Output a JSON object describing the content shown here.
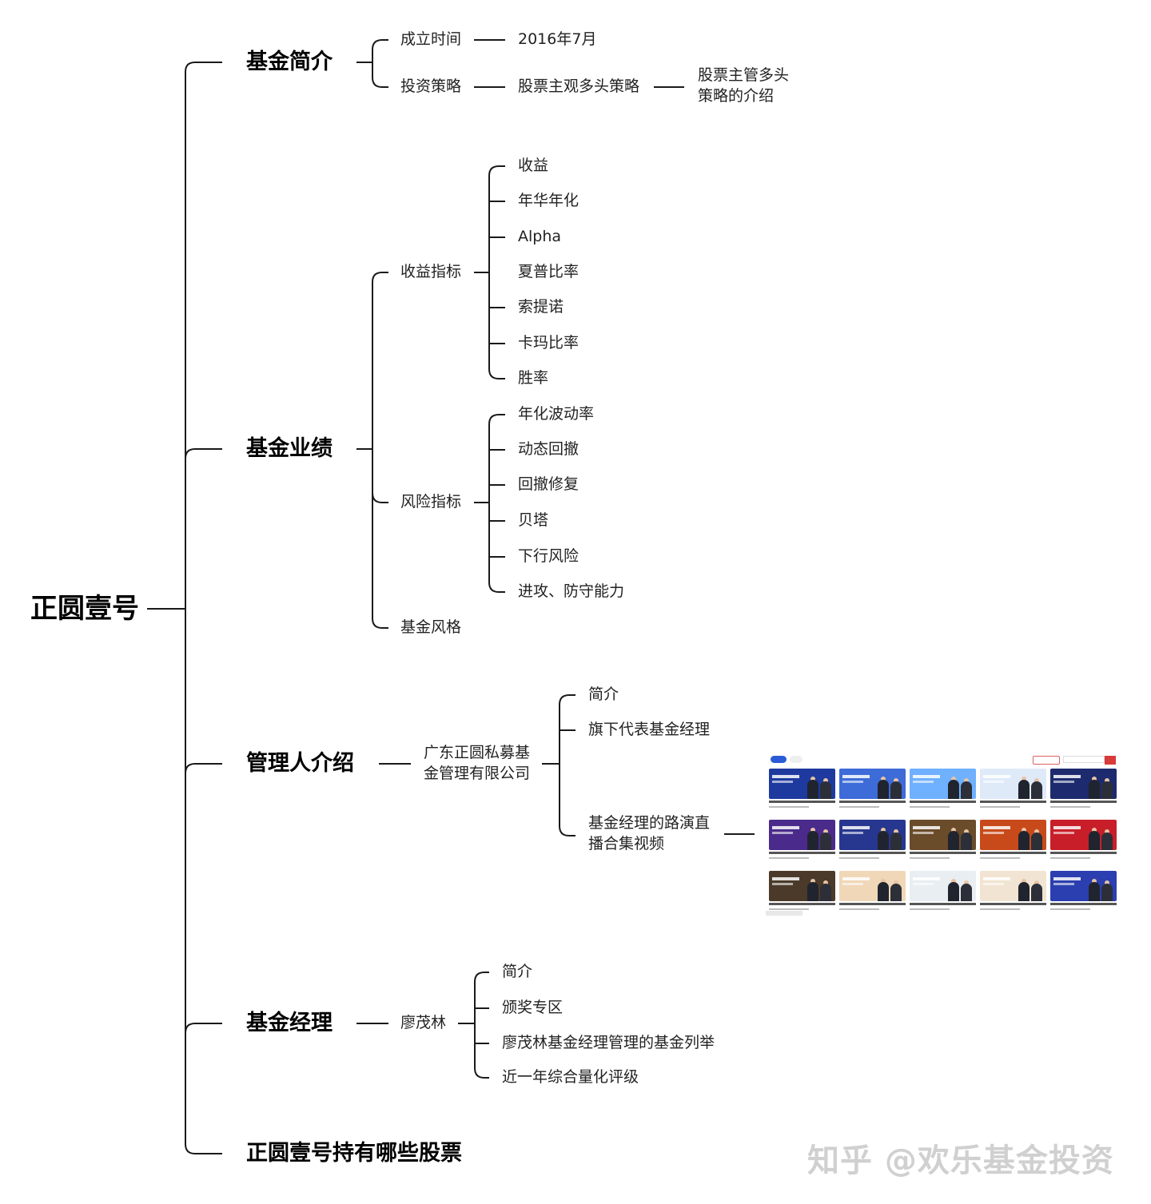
{
  "root": "正圆壹号",
  "branches": {
    "intro": {
      "label": "基金简介",
      "established": {
        "label": "成立时间",
        "value": "2016年7月"
      },
      "strategy": {
        "label": "投资策略",
        "value": "股票主观多头策略",
        "note": "股票主管多头策略的介绍"
      }
    },
    "performance": {
      "label": "基金业绩",
      "return_metrics": {
        "label": "收益指标",
        "items": [
          "收益",
          "年华年化",
          "Alpha",
          "夏普比率",
          "索提诺",
          "卡玛比率",
          "胜率"
        ]
      },
      "risk_metrics": {
        "label": "风险指标",
        "items": [
          "年化波动率",
          "动态回撤",
          "回撤修复",
          "贝塔",
          "下行风险",
          "进攻、防守能力"
        ]
      },
      "style": "基金风格"
    },
    "manager_intro": {
      "label": "管理人介绍",
      "company": "广东正圆私募基金管理有限公司",
      "items": [
        "简介",
        "旗下代表基金经理",
        "基金经理的路演直播合集视频"
      ]
    },
    "fund_manager": {
      "label": "基金经理",
      "name": "廖茂林",
      "items": [
        "简介",
        "颁奖专区",
        "廖茂林基金经理管理的基金列举",
        "近一年综合量化评级"
      ]
    },
    "holdings": {
      "label": "正圆壹号持有哪些股票"
    }
  },
  "watermark": "知乎 @欢乐基金投资",
  "colors": {
    "line": "#1a1a1a",
    "text": "#222222",
    "watermark": "#969696"
  }
}
